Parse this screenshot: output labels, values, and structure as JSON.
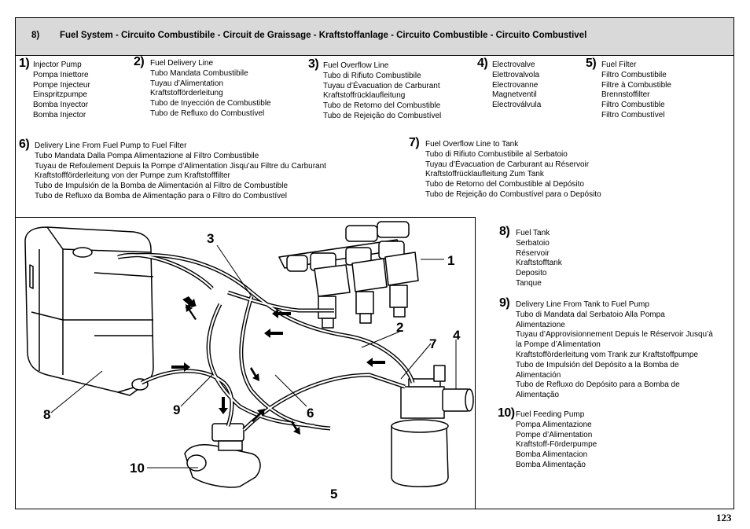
{
  "header": {
    "number": "8)",
    "title": "Fuel System - Circuito Combustibile - Circuit de Graissage - Kraftstoffanlage - Circuito Combustible - Circuito Combustivel"
  },
  "sections": [
    {
      "num": "1)",
      "lines": [
        "Injector Pump",
        "Pompa Iniettore",
        "Pompe Injecteur",
        "Einspritzpumpe",
        "Bomba Inyector",
        "Bomba Injector"
      ]
    },
    {
      "num": "2)",
      "lines": [
        "Fuel Delivery Line",
        "Tubo Mandata Combustibile",
        "Tuyau d’Alimentation",
        "Kraftstofförderleitung",
        "Tubo de Inyección de Combustible",
        "Tubo de Refluxo do Combustível"
      ]
    },
    {
      "num": "3)",
      "lines": [
        "Fuel Overflow Line",
        "Tubo di Rifiuto Combustibile",
        "Tuyau d’Évacuation de Carburant",
        "Kraftstoffrücklaufleitung",
        "Tubo de Retorno del Combustible",
        "Tubo de Rejeição do Combustível"
      ]
    },
    {
      "num": "4)",
      "lines": [
        "Electrovalve",
        "Elettrovalvola",
        "Electrovanne",
        "Magnetventil",
        "Electroválvula"
      ]
    },
    {
      "num": "5)",
      "lines": [
        "Fuel Filter",
        "Filtro Combustibile",
        "Filtre à Combustible",
        "Brennstoffilter",
        "Filtro Combustible",
        "Filtro Combustível"
      ]
    },
    {
      "num": "6)",
      "lines": [
        "Delivery Line From Fuel Pump to Fuel Filter",
        "Tubo Mandata Dalla Pompa Alimentazione al Filtro Combustibile",
        "Tuyau de Refoulement Depuis la Pompe d’Alimentation Jisqu’au Filtre du Carburant",
        "Kraftstoffförderleitung von der Pumpe zum Kraftstofffilter",
        "Tubo de Impulsión de la Bomba de Alimentación al Filtro de Combustible",
        "Tubo de Refluxo da Bomba de Alimentação para o Filtro do Combustível"
      ]
    },
    {
      "num": "7)",
      "lines": [
        "Fuel Overflow Line to Tank",
        "Tubo di Rifiuto Combustibile al Serbatoio",
        "Tuyau d’Évacuation de Carburant au Réservoir",
        "Kraftstoffrücklaufleitung Zum Tank",
        "Tubo de Retorno del Combustible al Depósito",
        "Tubo de Rejeição do Combustível para o Depósito"
      ]
    },
    {
      "num": "8)",
      "lines": [
        "Fuel Tank",
        "Serbatoio",
        "Réservoir",
        "Kraftstofftank",
        "Deposito",
        "Tanque"
      ]
    },
    {
      "num": "9)",
      "lines": [
        "Delivery Line From Tank to Fuel Pump",
        "Tubo di Mandata dal Serbatoio Alla Pompa",
        "Alimentazione",
        "Tuyau d’Approvisionnement Depuis le Réservoir Jusqu’à",
        "la Pompe d’Alimentation",
        "Kraftstofförderleitung vom Trank zur Kraftstoffpumpe",
        "Tubo de Impulsión del Depósito a la Bomba de",
        "Alimentación",
        "Tubo de Refluxo do Depósito para a Bomba de",
        "Alimentação"
      ]
    },
    {
      "num": "10)",
      "lines": [
        "Fuel Feeding Pump",
        "Pompa Alimentazione",
        "Pompe d’Alimentation",
        "Kraftstoff-Förderpumpe",
        "Bomba Alimentacion",
        "Bomba Alimentação"
      ]
    }
  ],
  "diagram": {
    "callouts": [
      "1",
      "2",
      "3",
      "4",
      "5",
      "6",
      "7",
      "8",
      "9",
      "10"
    ]
  },
  "page_number": "123"
}
